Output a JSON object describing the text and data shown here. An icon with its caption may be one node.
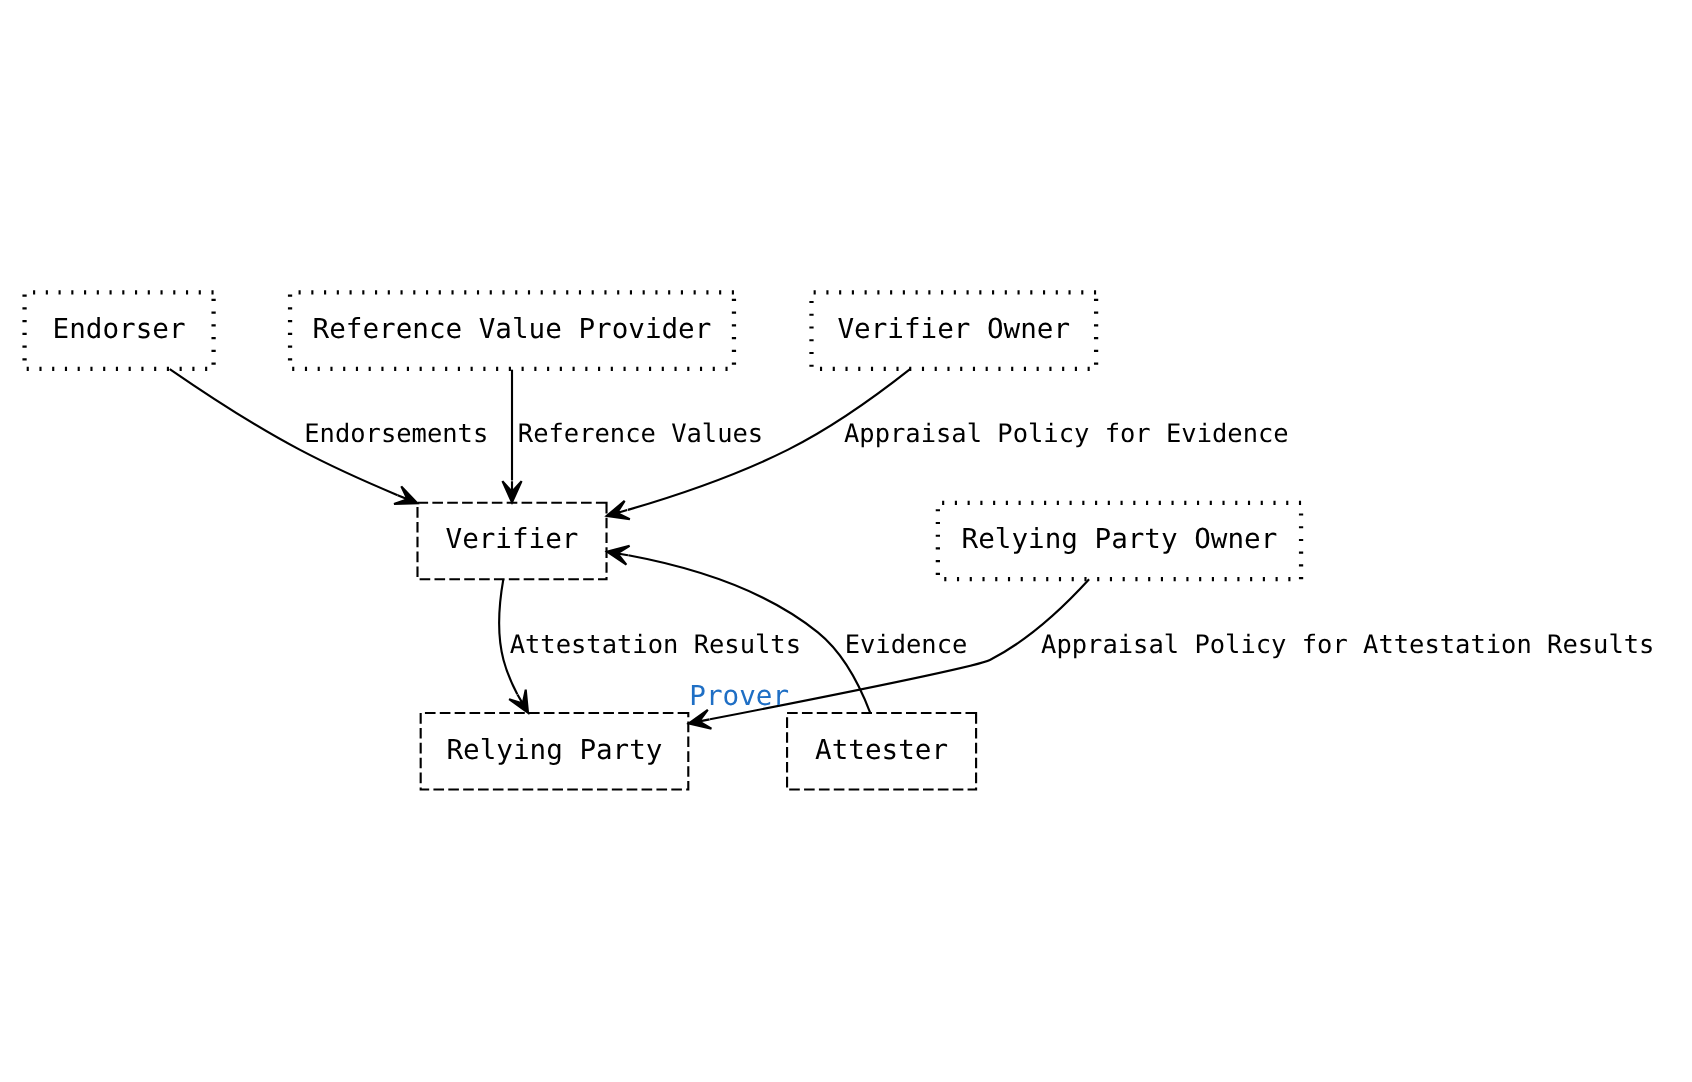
{
  "diagram": {
    "nodes": [
      {
        "text": [
          "Endorser"
        ]
      },
      {
        "text": [
          "Reference Value Provider"
        ]
      },
      {
        "text": [
          "Verifier Owner"
        ]
      },
      {
        "text": [
          "Relying Party Owner"
        ]
      },
      {
        "text": [
          "Verifier"
        ]
      },
      {
        "text": [
          "Attester"
        ],
        "beside": [
          "Prover"
        ]
      },
      {
        "text": [
          "Relying Party"
        ]
      }
    ],
    "edges": [
      {
        "from": 0,
        "to": 4,
        "arrow": "to",
        "label": "Endorsements"
      },
      {
        "from": 1,
        "to": 4,
        "arrow": "to",
        "label": "Reference Values"
      },
      {
        "from": 2,
        "to": 4,
        "arrow": "to",
        "label": "Appraisal Policy for Evidence"
      },
      {
        "from": 3,
        "to": 6,
        "arrow": "to",
        "label": "Appraisal Policy for Attestation Results"
      },
      {
        "from": 5,
        "to": 4,
        "arrow": "to",
        "label": "Evidence"
      },
      {
        "from": 4,
        "to": 6,
        "arrow": "to",
        "label": "Attestation Results"
      }
    ]
  }
}
